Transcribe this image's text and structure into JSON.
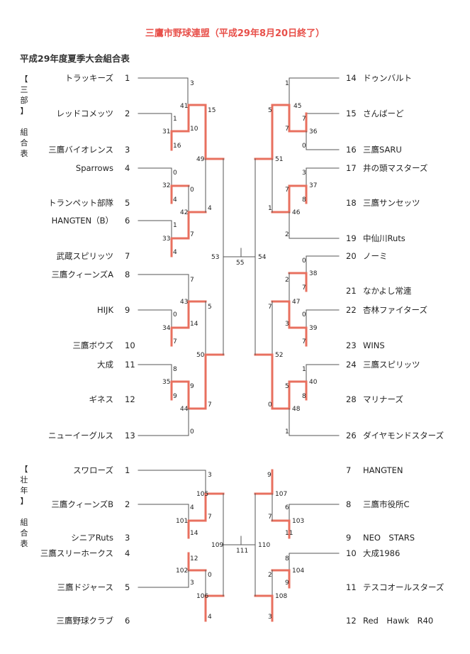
{
  "title": "三鷹市野球連盟（平成29年8月20日終了）",
  "subtitle": "平成29年度夏季大会組合表",
  "colors": {
    "win": "#e8705f",
    "line": "#555555",
    "title": "#e8504a"
  },
  "sections": {
    "sanbu": {
      "label": [
        "【",
        "三",
        "部",
        "】",
        "",
        "組",
        "合",
        "表"
      ],
      "left": [
        {
          "name": "トラッキーズ",
          "num": "1"
        },
        {
          "name": "レッドコメッツ",
          "num": "2"
        },
        {
          "name": "三鷹バイオレンス",
          "num": "3"
        },
        {
          "name": "Sparrows",
          "num": "4"
        },
        {
          "name": "トランペット部隊",
          "num": "5"
        },
        {
          "name": "HANGTEN（B）",
          "num": "6"
        },
        {
          "name": "武蔵スピリッツ",
          "num": "7"
        },
        {
          "name": "三鷹クィーンズA",
          "num": "8"
        },
        {
          "name": "HIJK",
          "num": "9"
        },
        {
          "name": "三鷹ボウズ",
          "num": "10"
        },
        {
          "name": "大成",
          "num": "11"
        },
        {
          "name": "ギネス",
          "num": "12"
        },
        {
          "name": "ニューイーグルス",
          "num": "13"
        }
      ],
      "right": [
        {
          "name": "ドゥンバルト",
          "num": "14"
        },
        {
          "name": "さんばーど",
          "num": "15"
        },
        {
          "name": "三鷹SARU",
          "num": "16"
        },
        {
          "name": "井の頭マスターズ",
          "num": "17"
        },
        {
          "name": "三鷹サンセッツ",
          "num": "18"
        },
        {
          "name": "中仙川Ruts",
          "num": "19"
        },
        {
          "name": "ノーミ",
          "num": "20"
        },
        {
          "name": "なかよし常連",
          "num": "21"
        },
        {
          "name": "杏林ファイターズ",
          "num": "22"
        },
        {
          "name": "WINS",
          "num": "23"
        },
        {
          "name": "三鷹スピリッツ",
          "num": "24"
        },
        {
          "name": "マリナーズ",
          "num": "28"
        },
        {
          "name": "ダイヤモンドスターズ",
          "num": "26"
        }
      ]
    },
    "sonen": {
      "label": [
        "【",
        "壮",
        "年",
        "】",
        "",
        "組",
        "合",
        "表"
      ],
      "left": [
        {
          "name": "スワローズ",
          "num": "1"
        },
        {
          "name": "三鷹クィーンズB",
          "num": "2"
        },
        {
          "name": "シニアRuts",
          "num": "3"
        },
        {
          "name": "三鷹スリーホークス",
          "num": "4"
        },
        {
          "name": "三鷹ドジャース",
          "num": "5"
        },
        {
          "name": "三鷹野球クラブ",
          "num": "6"
        }
      ],
      "right": [
        {
          "name": "HANGTEN",
          "num": "7"
        },
        {
          "name": "三鷹市役所C",
          "num": "8"
        },
        {
          "name": "NEO　STARS",
          "num": "9"
        },
        {
          "name": "大成1986",
          "num": "10"
        },
        {
          "name": "テスコオールスターズ",
          "num": "11"
        },
        {
          "name": "Red　Hawk　R40",
          "num": "12"
        }
      ]
    }
  },
  "scores": {
    "a": "3",
    "b": "41",
    "c": "15",
    "d": "1",
    "e": "31",
    "f": "10",
    "g": "16",
    "h": "0",
    "i": "32",
    "j": "0",
    "k": "4",
    "l": "42",
    "m": "4",
    "n": "1",
    "o": "33",
    "p": "7",
    "q": "4",
    "r": "49",
    "s": "7",
    "t": "43",
    "u": "5",
    "v": "0",
    "w": "34",
    "x": "14",
    "y": "7",
    "z": "8",
    "aa": "35",
    "ab": "9",
    "ac": "9",
    "ad": "44",
    "ae": "7",
    "af": "0",
    "ag": "50",
    "ah": "53",
    "ai": "55",
    "aj": "54",
    "ba": "1",
    "bb": "45",
    "bc": "5",
    "bd": "7",
    "be": "36",
    "bf": "7",
    "bg": "0",
    "bh": "51",
    "bi": "3",
    "bj": "37",
    "bk": "7",
    "bl": "8",
    "bm": "46",
    "bn": "1",
    "bo": "2",
    "bp": "0",
    "bq": "38",
    "br": "2",
    "bs": "7",
    "bt": "47",
    "bu": "7",
    "bv": "0",
    "bw": "39",
    "bx": "3",
    "by": "7",
    "bz": "52",
    "ca": "1",
    "cb": "40",
    "cc": "5",
    "cd": "8",
    "ce": "48",
    "cf": "0",
    "cg": "1",
    "da": "3",
    "db": "105",
    "dc": "4",
    "dd": "101",
    "de": "7",
    "df": "14",
    "dg": "12",
    "dh": "102",
    "di": "0",
    "dj": "3",
    "dk": "106",
    "dl": "4",
    "dm": "109",
    "dn": "111",
    "do": "110",
    "ea": "9",
    "eb": "107",
    "ec": "6",
    "ed": "103",
    "ee": "7",
    "ef": "11",
    "eg": "8",
    "eh": "104",
    "ei": "2",
    "ej": "9",
    "ek": "108",
    "el": "3"
  }
}
